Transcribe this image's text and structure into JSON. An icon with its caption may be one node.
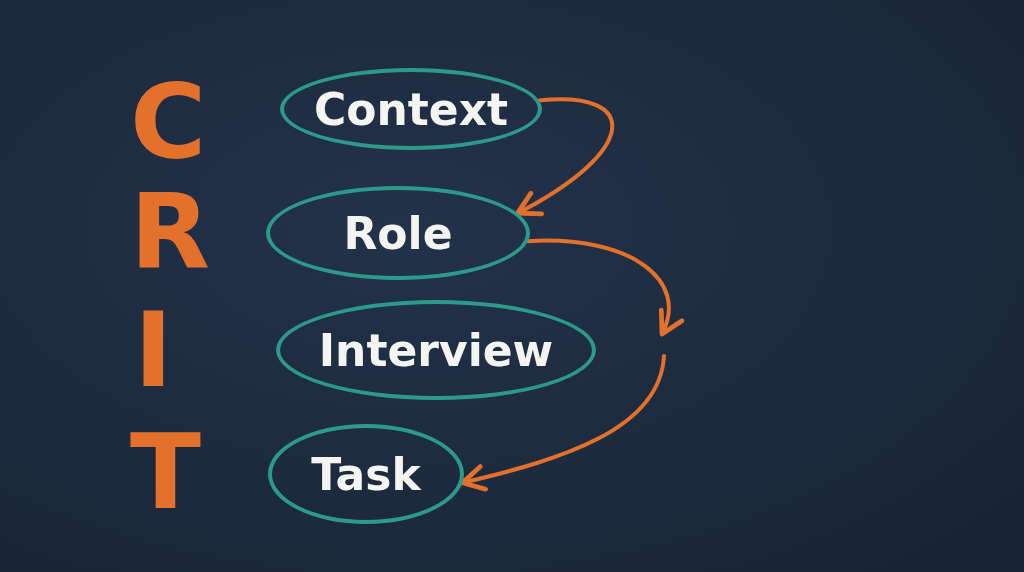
{
  "diagram": {
    "nodes": [
      {
        "text": [
          "Context"
        ]
      },
      {
        "text": [
          "Role"
        ]
      },
      {
        "text": [
          "Interview"
        ]
      },
      {
        "text": [
          "Task"
        ]
      }
    ],
    "edges": [
      {
        "from": 0,
        "to": 1,
        "arrow": "to"
      },
      {
        "from": 1,
        "to": null,
        "arrow": "to"
      },
      {
        "from": null,
        "to": 3,
        "arrow": "to"
      }
    ],
    "labels": [
      "C",
      "R",
      "I",
      "T"
    ]
  }
}
